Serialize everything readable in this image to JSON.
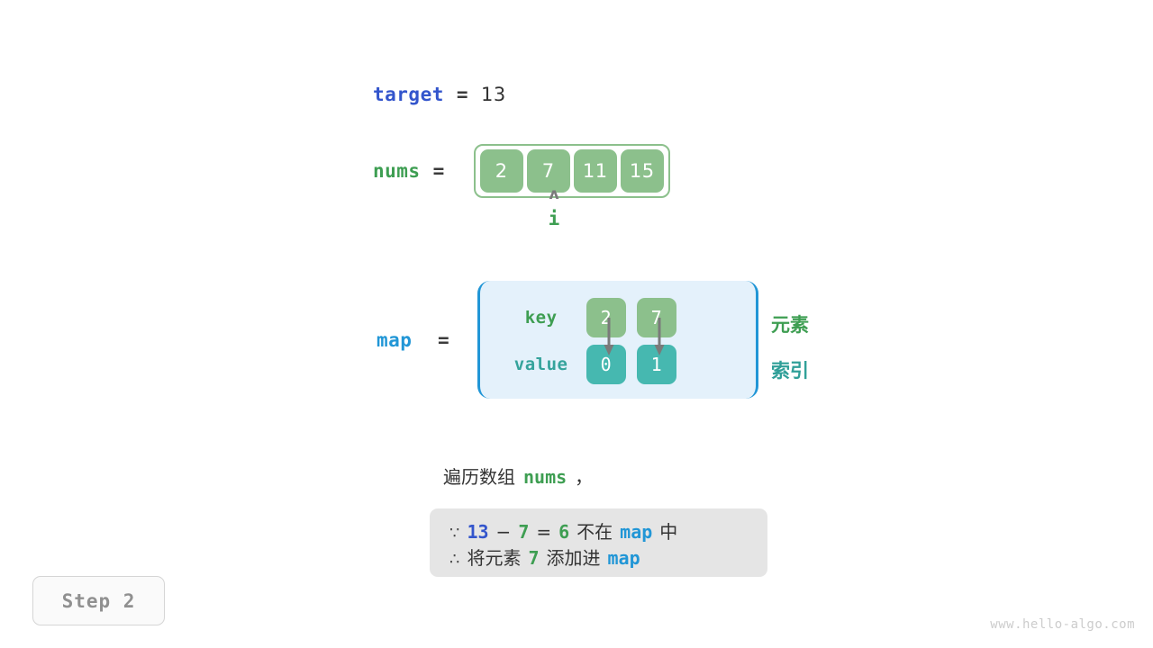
{
  "target": {
    "name": "target",
    "eq": "=",
    "value": "13"
  },
  "nums": {
    "name": "nums",
    "eq": "=",
    "values": [
      "2",
      "7",
      "11",
      "15"
    ]
  },
  "pointer": {
    "caret": "ʌ",
    "label": "i",
    "index": 1
  },
  "map": {
    "name": "map",
    "eq": "=",
    "key_label": "key",
    "value_label": "value",
    "keys": [
      "2",
      "7"
    ],
    "values": [
      "0",
      "1"
    ],
    "side_label_key": "元素",
    "side_label_value": "索引"
  },
  "caption": {
    "prefix": "遍历数组",
    "var": "nums",
    "suffix": "，"
  },
  "note": {
    "line1": {
      "symbol": "∵",
      "a": "13",
      "minus": "−",
      "b": "7",
      "eq": "=",
      "result": "6",
      "text_mid": "不在",
      "map": "map",
      "text_end": "中"
    },
    "line2": {
      "symbol": "∴",
      "text_start": "将元素",
      "num": "7",
      "text_mid": "添加进",
      "map": "map"
    }
  },
  "step": {
    "label": "Step 2"
  },
  "watermark": {
    "text": "www.hello-algo.com"
  },
  "colors": {
    "target_blue": "#3355cc",
    "nums_green": "#3e9e52",
    "map_blue": "#2196d6",
    "value_teal": "#35a39c",
    "cell_green": "#8cc08c",
    "cell_teal": "#46b8b0",
    "map_box_bg": "#e4f1fb",
    "note_bg": "#e5e5e5",
    "arrow_gray": "#7a7a7a"
  }
}
